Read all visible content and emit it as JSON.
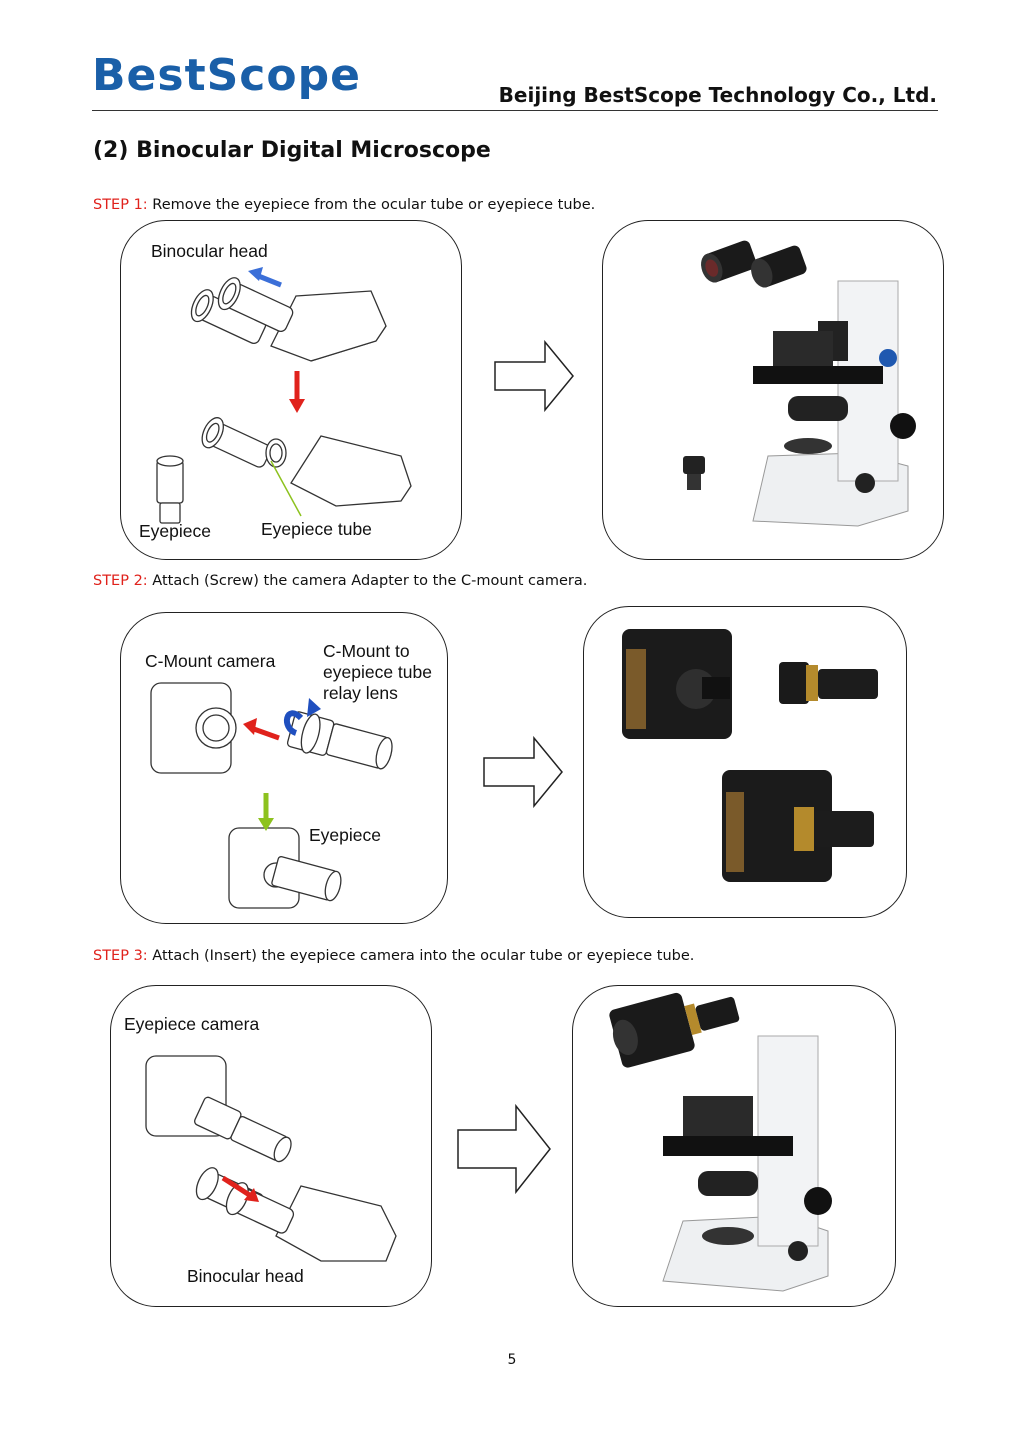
{
  "header": {
    "logo_text": "BestScope",
    "company": "Beijing BestScope Technology Co., Ltd."
  },
  "section_title": "(2) Binocular Digital Microscope",
  "steps": [
    {
      "tag": "STEP 1:",
      "text": " Remove the eyepiece from the ocular tube or eyepiece tube.",
      "labels": {
        "binocular_head": "Binocular head",
        "eyepiece": "Eyepiece",
        "eyepiece_tube": "Eyepiece tube"
      }
    },
    {
      "tag": "STEP 2:",
      "text": " Attach (Screw) the camera Adapter to the C-mount camera.",
      "labels": {
        "cmount_camera": "C-Mount camera",
        "relay_line1": "C-Mount to",
        "relay_line2": "eyepiece tube",
        "relay_line3": "relay lens",
        "eyepiece": "Eyepiece"
      }
    },
    {
      "tag": "STEP 3:",
      "text": " Attach (Insert) the eyepiece camera into the ocular tube or eyepiece tube.",
      "labels": {
        "eyepiece_camera": "Eyepiece camera",
        "binocular_head": "Binocular head"
      }
    }
  ],
  "page_number": "5",
  "colors": {
    "logo_blue": "#1a5fa8",
    "step_red": "#e0221c",
    "arrow_red": "#e0221c",
    "arrow_blue": "#3b6fd8",
    "arrow_green": "#8dc21f"
  }
}
